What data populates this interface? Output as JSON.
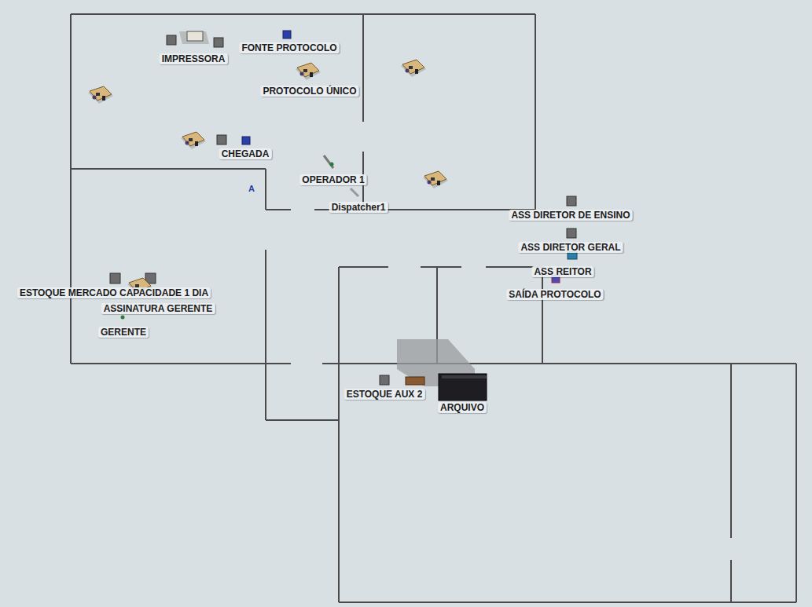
{
  "diagram": {
    "labels": [
      "IMPRESSORA",
      "FONTE PROTOCOLO",
      "PROTOCOLO ÚNICO",
      "CHEGADA",
      "OPERADOR 1",
      "Dispatcher1",
      "ASS DIRETOR DE ENSINO",
      "ASS DIRETOR GERAL",
      "ASS REITOR",
      "SAÍDA PROTOCOLO",
      "ESTOQUE MERCADO CAPACIDADE 1 DIA",
      "ASSINATURA GERENTE",
      "GERENTE",
      "ESTOQUE AUX 2",
      "ARQUIVO"
    ]
  }
}
